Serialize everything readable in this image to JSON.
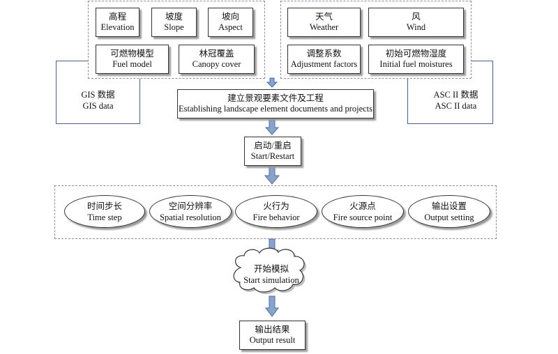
{
  "gis_inputs": [
    {
      "zh": "高程",
      "en": "Elevation"
    },
    {
      "zh": "坡度",
      "en": "Slope"
    },
    {
      "zh": "坡向",
      "en": "Aspect"
    },
    {
      "zh": "可燃物模型",
      "en": "Fuel model"
    },
    {
      "zh": "林冠覆盖",
      "en": "Canopy cover"
    }
  ],
  "ascii_inputs": [
    {
      "zh": "天气",
      "en": "Weather"
    },
    {
      "zh": "风",
      "en": "Wind"
    },
    {
      "zh": "调整系数",
      "en": "Adjustment factors"
    },
    {
      "zh": "初始可燃物湿度",
      "en": "Initial fuel moistures"
    }
  ],
  "gis_source": {
    "zh": "GIS 数据",
    "en": "GIS data"
  },
  "ascii_source": {
    "zh": "ASC II 数据",
    "en": "ASC II data"
  },
  "landscape": {
    "zh": "建立景观要素文件及工程",
    "en": "Establishing landscape element documents and projects"
  },
  "restart": {
    "zh": "启动/重启",
    "en": "Start/Restart"
  },
  "parameters": [
    {
      "zh": "时间步长",
      "en": "Time step"
    },
    {
      "zh": "空间分辨率",
      "en": "Spatial resolution"
    },
    {
      "zh": "火行为",
      "en": "Fire behavior"
    },
    {
      "zh": "火源点",
      "en": "Fire source point"
    },
    {
      "zh": "输出设置",
      "en": "Output setting"
    }
  ],
  "simulation": {
    "zh": "开始模拟",
    "en": "Start simulation"
  },
  "output": {
    "zh": "输出结果",
    "en": "Output result"
  },
  "colors": {
    "arrow": "#8aa3c9",
    "arrow_edge": "#4a6ea5",
    "group_border": "#8a8fa0",
    "side_border": "#4a5f86"
  }
}
